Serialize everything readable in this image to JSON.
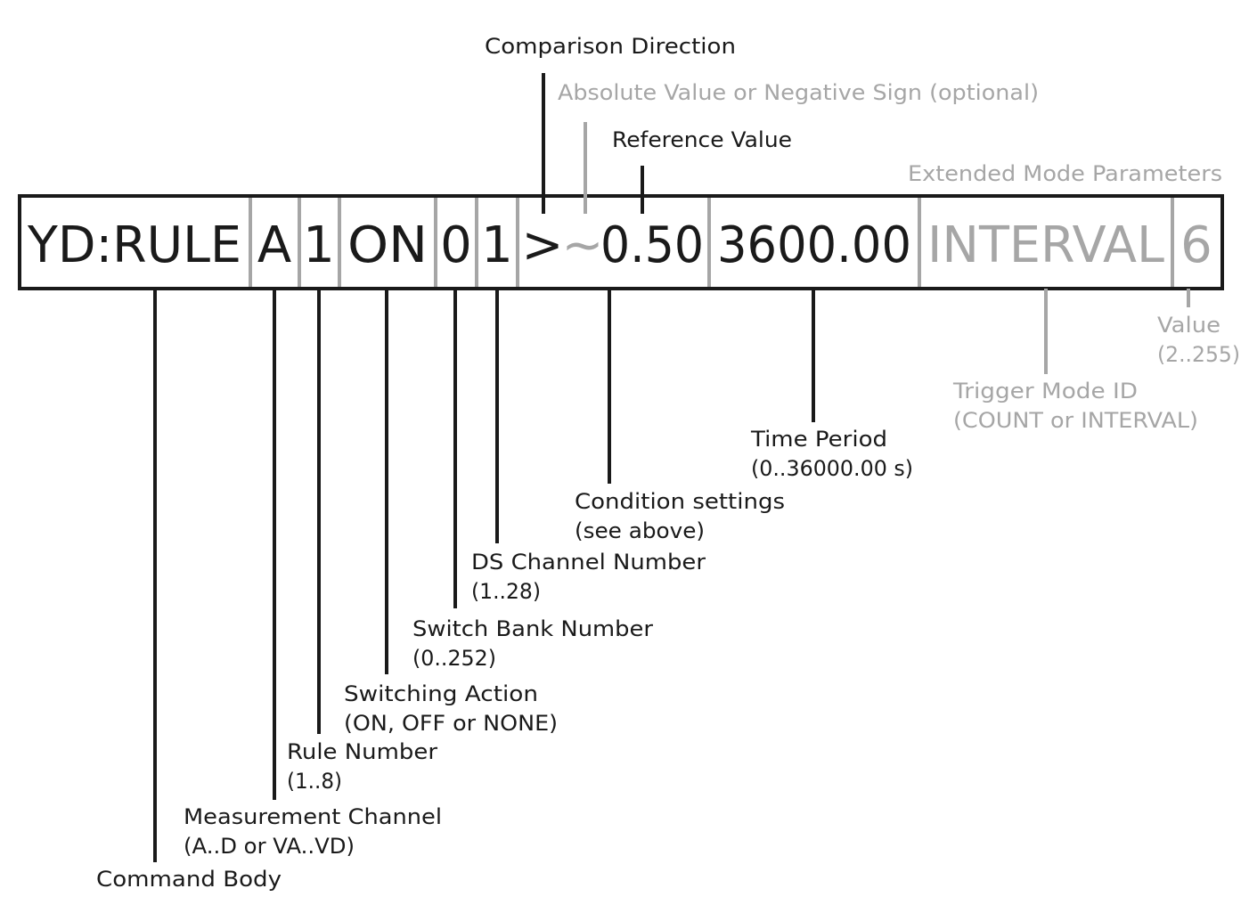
{
  "command": {
    "segments": [
      {
        "text": "YD:RULE",
        "tone": "dark"
      },
      {
        "text": "A",
        "tone": "dark"
      },
      {
        "text": "1",
        "tone": "dark"
      },
      {
        "text": "ON",
        "tone": "dark"
      },
      {
        "text": "0",
        "tone": "dark"
      },
      {
        "text": "1",
        "tone": "dark"
      },
      {
        "text": ">",
        "tone": "dark"
      },
      {
        "text": "~",
        "tone": "grey"
      },
      {
        "text": "0.50",
        "tone": "dark"
      },
      {
        "text": "3600.00",
        "tone": "dark"
      },
      {
        "text": "INTERVAL",
        "tone": "grey"
      },
      {
        "text": "6",
        "tone": "grey"
      }
    ]
  },
  "labels_above": {
    "comparison_direction": "Comparison Direction",
    "absolute_value": "Absolute Value or Negative Sign (optional)",
    "reference_value": "Reference Value",
    "extended_mode": "Extended Mode Parameters"
  },
  "labels_below": {
    "command_body": "Command Body",
    "measurement_channel": {
      "name": "Measurement Channel",
      "range": "(A..D or VA..VD)"
    },
    "rule_number": {
      "name": "Rule Number",
      "range": "(1..8)"
    },
    "switching_action": {
      "name": "Switching Action",
      "range": "(ON, OFF or NONE)"
    },
    "switch_bank": {
      "name": "Switch Bank Number",
      "range": "(0..252)"
    },
    "ds_channel": {
      "name": "DS Channel Number",
      "range": "(1..28)"
    },
    "condition_settings": {
      "name": "Condition settings",
      "range": "(see above)"
    },
    "time_period": {
      "name": "Time Period",
      "range": "(0..36000.00 s)"
    },
    "trigger_mode": {
      "name": "Trigger Mode ID",
      "range": "(COUNT or INTERVAL)"
    },
    "value": {
      "name": "Value",
      "range": "(2..255)"
    }
  },
  "colors": {
    "dark": "#1a1a1a",
    "grey": "#a6a6a6"
  }
}
